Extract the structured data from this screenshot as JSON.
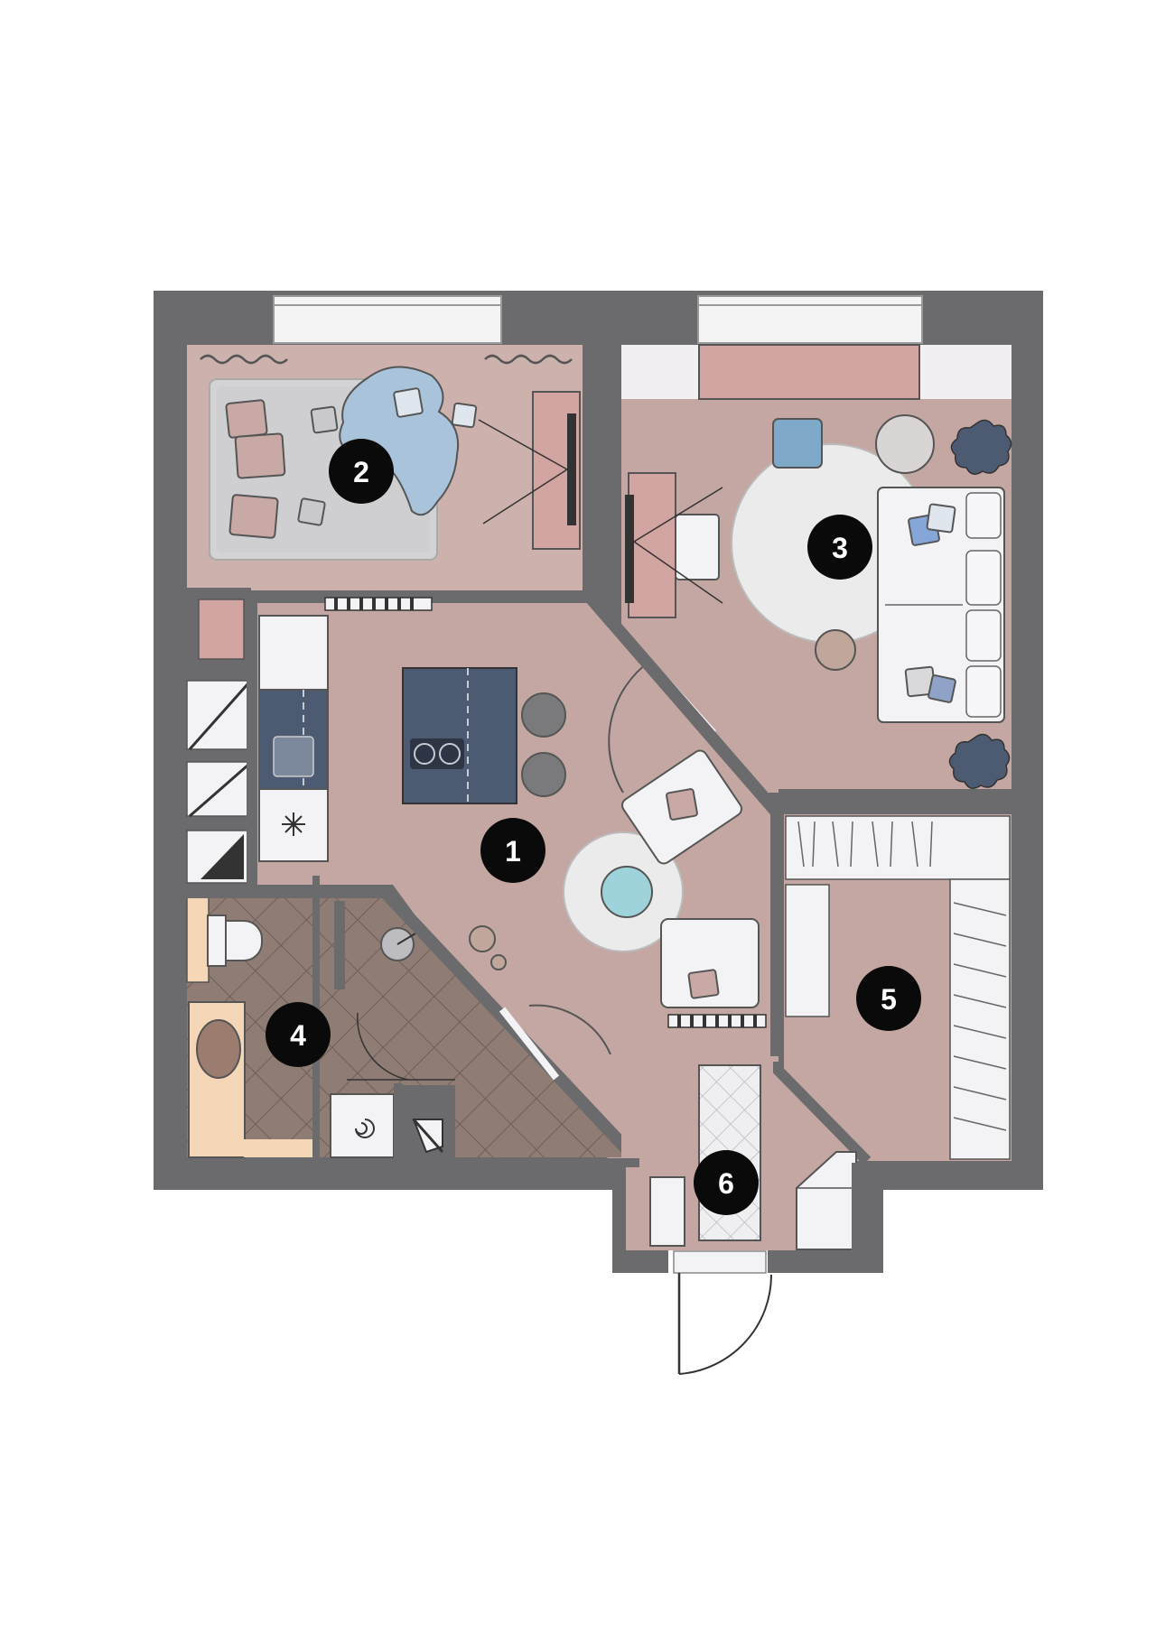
{
  "floor_plan": {
    "colors": {
      "wall": "#6b6b6d",
      "floor": "#c4a7a3",
      "floor_light": "#cdb1ad",
      "bath_tile": "#8f7c74",
      "bath_tile_line": "#6f5e57",
      "accent_pink": "#d3a5a2",
      "navy": "#4c5a72",
      "white_furniture": "#f3f3f6",
      "light_blue": "#a9c3da",
      "badge": "#0a0a0a"
    },
    "rooms": [
      {
        "number": "1",
        "icon": "living-kitchen"
      },
      {
        "number": "2",
        "icon": "bedroom"
      },
      {
        "number": "3",
        "icon": "lounge"
      },
      {
        "number": "4",
        "icon": "bathroom"
      },
      {
        "number": "5",
        "icon": "wardrobe"
      },
      {
        "number": "6",
        "icon": "entry-hall"
      }
    ]
  }
}
